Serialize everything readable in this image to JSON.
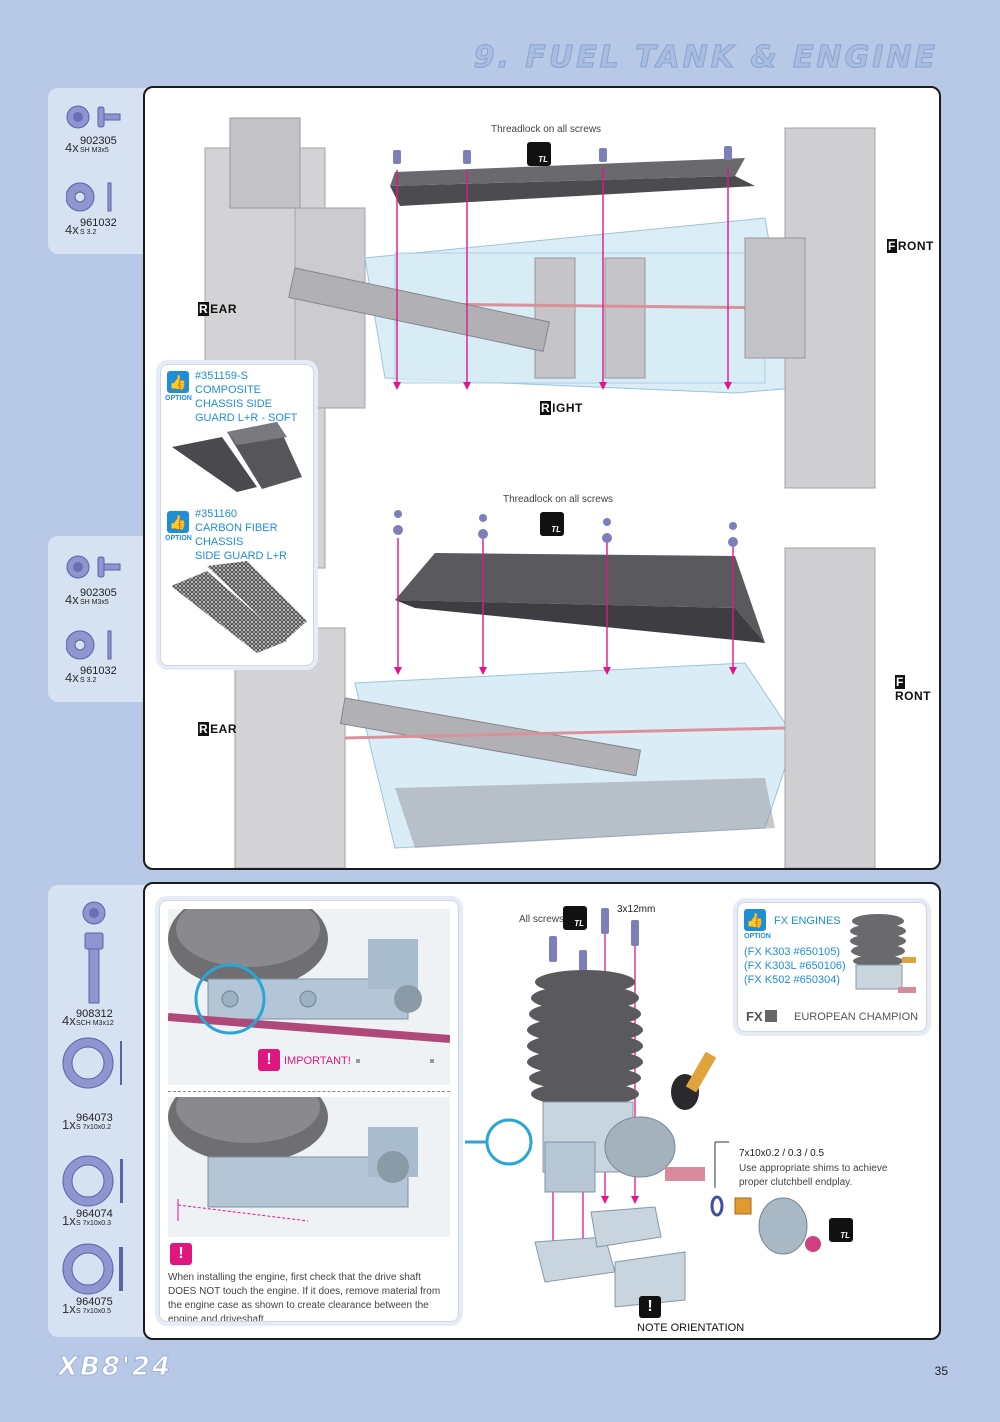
{
  "header": {
    "title": "9. FUEL TANK & ENGINE"
  },
  "parts": {
    "g1": [
      {
        "qty": "4x",
        "code": "902305",
        "desc": "SH M3x5"
      },
      {
        "qty": "4x",
        "code": "961032",
        "desc": "S 3.2"
      }
    ],
    "g2": [
      {
        "qty": "4x",
        "code": "902305",
        "desc": "SH M3x5"
      },
      {
        "qty": "4x",
        "code": "961032",
        "desc": "S 3.2"
      }
    ],
    "g3": [
      {
        "qty": "4x",
        "code": "908312",
        "desc": "SCH M3x12"
      },
      {
        "qty": "1x",
        "code": "964073",
        "desc": "S 7x10x0.2"
      },
      {
        "qty": "1x",
        "code": "964074",
        "desc": "S 7x10x0.3"
      },
      {
        "qty": "1x",
        "code": "964075",
        "desc": "S 7x10x0.5"
      }
    ]
  },
  "top": {
    "threadlock1": "Threadlock on all screws",
    "threadlock2": "Threadlock on all screws",
    "tl_mark": "TL",
    "rear_cap": "R",
    "rear_rest": "EAR",
    "front_cap": "F",
    "front_rest": "RONT",
    "right_cap": "R",
    "right_rest": "IGHT",
    "option_tag": "OPTION",
    "option1": {
      "code": "#351159-S",
      "line1": "COMPOSITE CHASSIS SIDE",
      "line2": "GUARD L+R - SOFT"
    },
    "option2": {
      "code": "#351160",
      "line1": "CARBON FIBER CHASSIS",
      "line2": "SIDE GUARD L+R"
    }
  },
  "bottom": {
    "important": "IMPORTANT!",
    "instructions": "When installing the engine, first check that the drive shaft DOES NOT touch the engine. If it does, remove material from the engine case as shown to create clearance between the engine and driveshaft.",
    "all_screws": "All screws",
    "screw_size": "3x12mm",
    "shim_size": "7x10x0.2 / 0.3 / 0.5",
    "shim_note": "Use appropriate shims to achieve proper clutchbell endplay.",
    "note_orientation": "NOTE ORIENTATION",
    "fx": {
      "tag": "OPTION",
      "title": "FX ENGINES",
      "l1": "(FX K303 #650105)",
      "l2": "(FX K303L #650106)",
      "l3": "(FX K502 #650304)",
      "logo": "FX",
      "champion": "EUROPEAN CHAMPION"
    }
  },
  "footer": {
    "logo": "XB8'24",
    "page": "35"
  }
}
